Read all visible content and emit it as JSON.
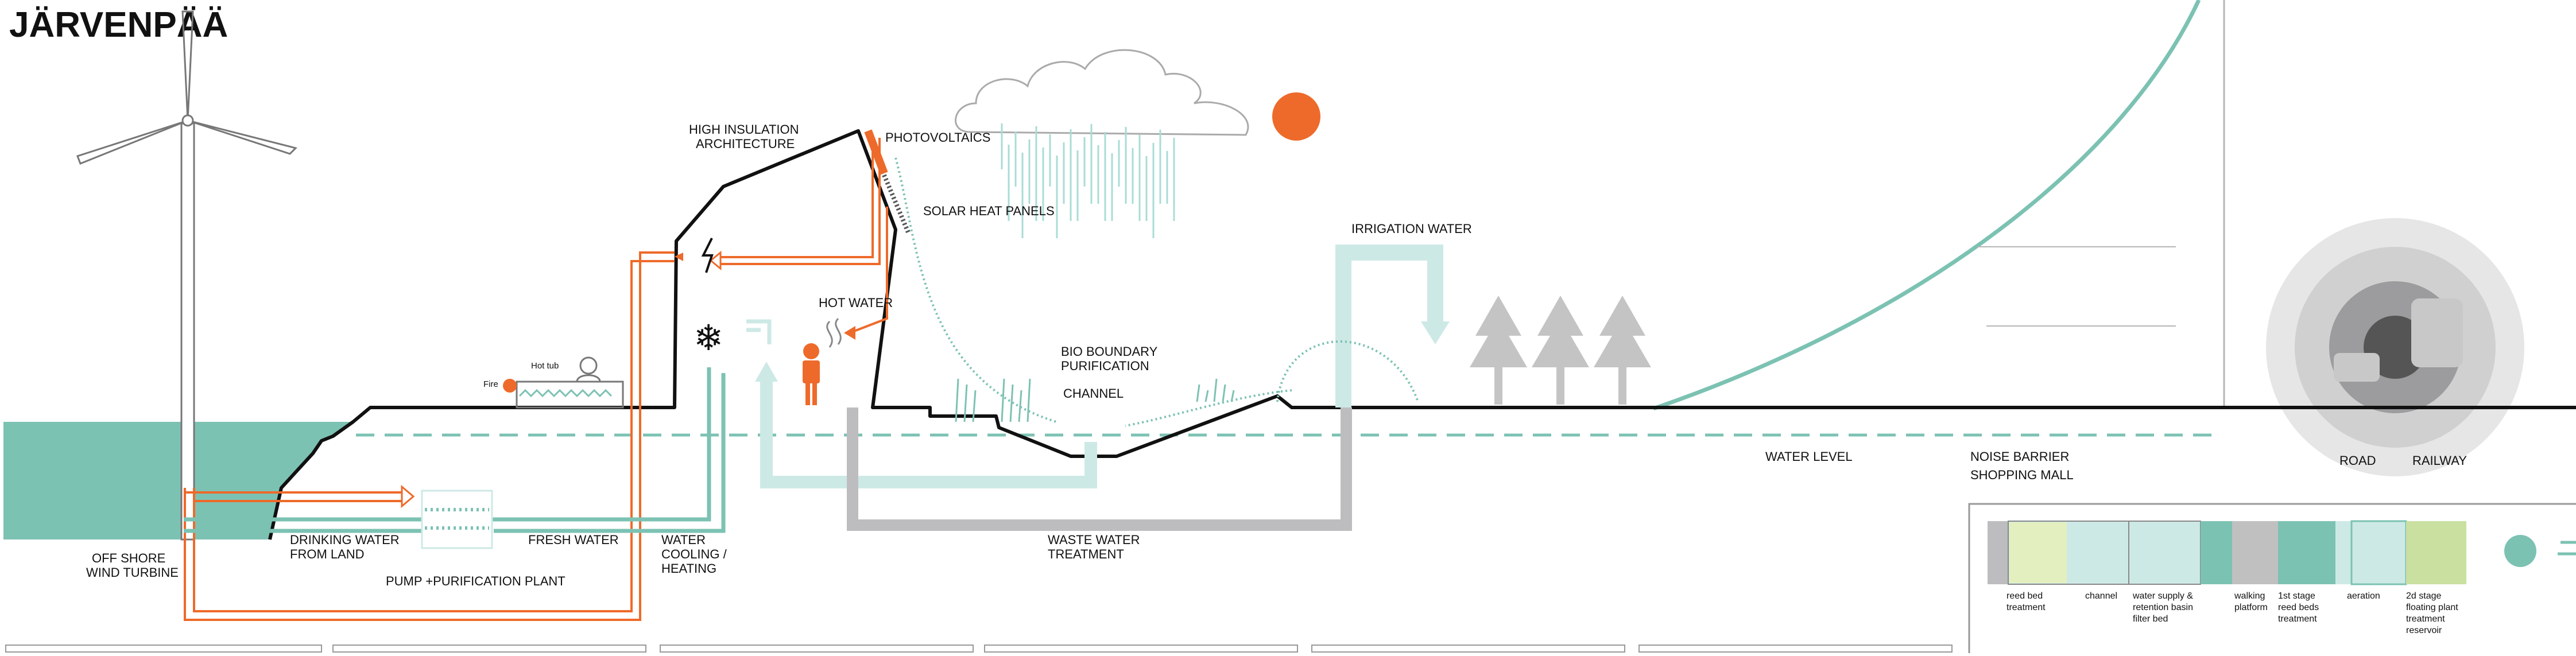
{
  "title": "JÄRVENPÄÄ",
  "labels": {
    "high_insulation_1": "HIGH INSULATION",
    "high_insulation_2": "ARCHITECTURE",
    "photovoltaics": "PHOTOVOLTAICS",
    "solar_heat_panels": "SOLAR HEAT PANELS",
    "hot_water": "HOT WATER",
    "irrigation_water": "IRRIGATION WATER",
    "bio_boundary_1": "BIO BOUNDARY",
    "bio_boundary_2": "PURIFICATION",
    "channel": "CHANNEL",
    "hot_tub": "Hot tub",
    "fire": "Fire",
    "water_level": "WATER LEVEL",
    "noise_barrier": "NOISE BARRIER",
    "shopping_mall": "SHOPPING MALL",
    "road": "ROAD",
    "railway": "RAILWAY",
    "off_shore_1": "OFF SHORE",
    "off_shore_2": "WIND TURBINE",
    "drinking_water_1": "DRINKING WATER",
    "drinking_water_2": "FROM LAND",
    "pump_plant": "PUMP +PURIFICATION  PLANT",
    "fresh_water": "FRESH WATER",
    "water_cooling_1": "WATER",
    "water_cooling_2": "COOLING /",
    "water_cooling_3": "HEATING",
    "waste_water_1": "WASTE WATER",
    "waste_water_2": "TREATMENT"
  },
  "legend": {
    "reed_bed_1": "reed bed",
    "reed_bed_2": "treatment",
    "channel": "channel",
    "water_supply_1": "water supply &",
    "water_supply_2": "retention basin",
    "water_supply_3": "filter bed",
    "walking_1": "walking",
    "walking_2": "platform",
    "first_stage_1": "1st stage",
    "first_stage_2": "reed beds",
    "first_stage_3": "treatment",
    "aeration": "aeration",
    "second_stage_1": "2d stage",
    "second_stage_2": "floating plant",
    "second_stage_3": "treatment",
    "second_stage_4": "reservoir"
  },
  "colors": {
    "teal": "#7cc2b3",
    "teal_light": "#cde9e6",
    "orange": "#ee6a2a",
    "grey": "#bdbdbf",
    "grey_dark": "#8e8e90",
    "black": "#111111"
  }
}
